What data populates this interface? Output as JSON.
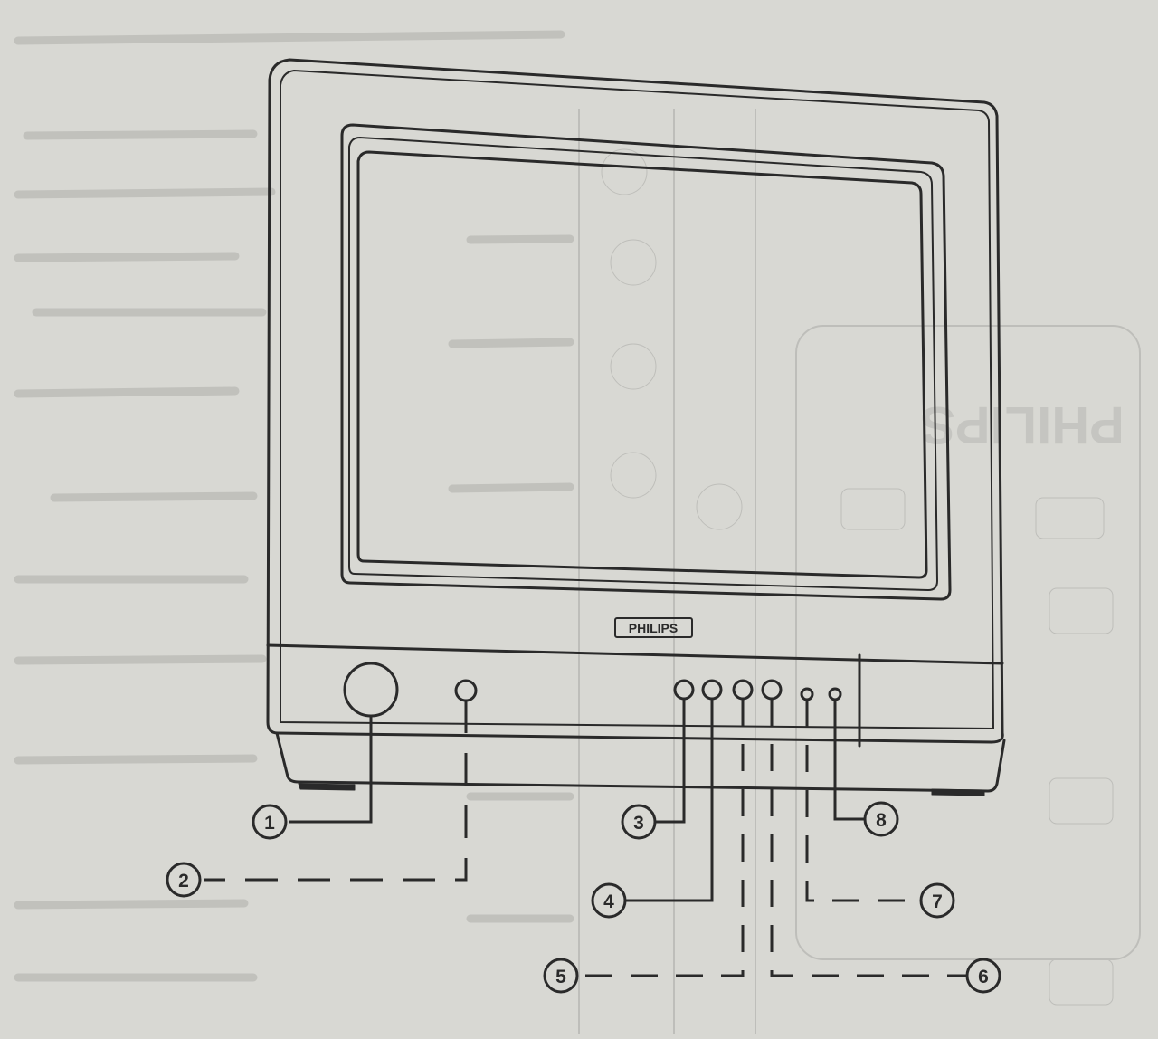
{
  "brand": {
    "logo_text": "PHILIPS",
    "side_logo_text": "PHILIPS"
  },
  "callouts": [
    {
      "number": "1",
      "style": "solid"
    },
    {
      "number": "2",
      "style": "dashed"
    },
    {
      "number": "3",
      "style": "solid"
    },
    {
      "number": "4",
      "style": "solid"
    },
    {
      "number": "5",
      "style": "dashed"
    },
    {
      "number": "6",
      "style": "dashed"
    },
    {
      "number": "7",
      "style": "dashed"
    },
    {
      "number": "8",
      "style": "solid"
    }
  ],
  "colors": {
    "paper": "#d8d8d3",
    "ink": "#2a2a2a",
    "show_through": "#9a9a98"
  }
}
